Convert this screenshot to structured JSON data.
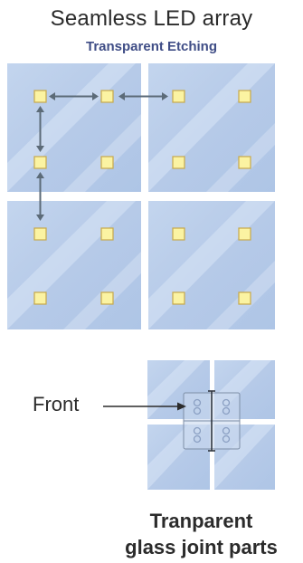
{
  "header": {
    "title": "Seamless LED array",
    "subtitle": "Transparent Etching"
  },
  "joint_section": {
    "pointer_label": "Front",
    "caption_line1": "Tranparent",
    "caption_line2": "glass joint parts"
  },
  "colors": {
    "panel_fill": "#b9cdea",
    "panel_highlight": "#d6e3f4",
    "led_fill": "#fbf3a2",
    "led_stroke": "#c7a94a",
    "arrow": "#5c6b78"
  }
}
